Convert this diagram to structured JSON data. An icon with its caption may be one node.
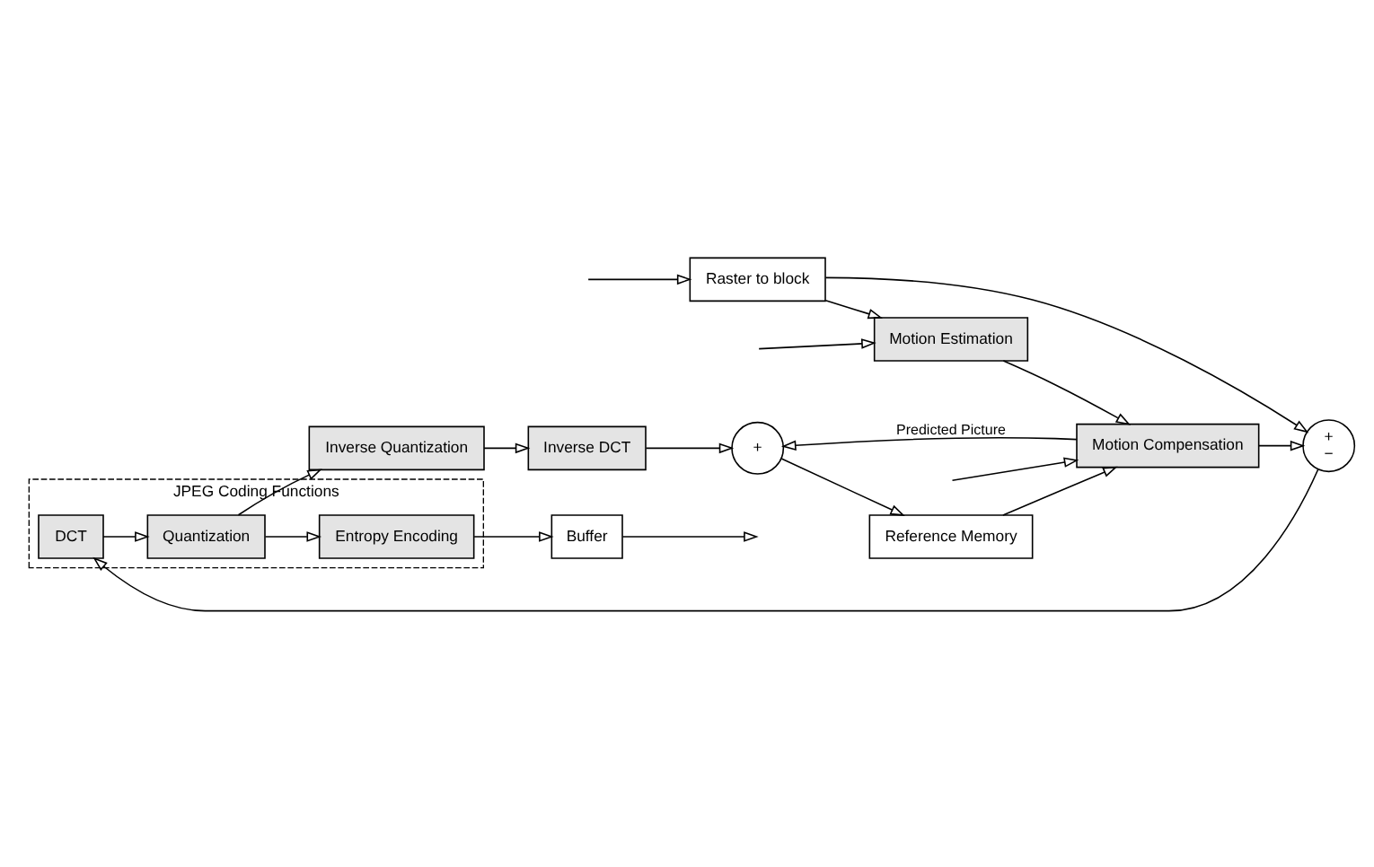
{
  "diagram": {
    "nodes": [
      {
        "text": [
          "JPEG Coding Functions"
        ]
      },
      {
        "text": [
          "Raster to block"
        ]
      },
      {
        "text": [
          "+",
          "−"
        ]
      },
      {
        "text": [
          "DCT"
        ],
        "in": 0
      },
      {
        "text": [
          "Quantization"
        ],
        "in": 0
      },
      {
        "text": [
          "Entropy Encoding"
        ],
        "in": 0
      },
      {
        "text": [
          "Inverse Quantization"
        ]
      },
      {
        "text": [
          "Inverse DCT"
        ]
      },
      {
        "text": [
          "Buffer"
        ]
      },
      {
        "text": [
          "Motion Estimation"
        ]
      },
      {
        "text": [
          "+"
        ]
      },
      {
        "text": [
          "Motion Compensation"
        ]
      },
      {
        "text": [
          "Reference Memory"
        ]
      }
    ],
    "edges": [
      {
        "from": null,
        "to": 1,
        "arrow": "to"
      },
      {
        "from": 1,
        "to": 2,
        "arrow": "to"
      },
      {
        "from": 2,
        "to": 3,
        "arrow": "to"
      },
      {
        "from": 3,
        "to": 4,
        "arrow": "to"
      },
      {
        "from": 4,
        "to": 5,
        "arrow": "to"
      },
      {
        "from": 4,
        "to": 6,
        "arrow": "to"
      },
      {
        "from": 6,
        "to": 7,
        "arrow": "to"
      },
      {
        "from": 7,
        "to": 10,
        "arrow": "to"
      },
      {
        "from": 5,
        "to": 8,
        "arrow": "to"
      },
      {
        "from": 8,
        "to": null,
        "arrow": "to"
      },
      {
        "from": 1,
        "to": 9,
        "arrow": "to"
      },
      {
        "from": 11,
        "to": 2,
        "arrow": "to"
      },
      {
        "from": 11,
        "to": 10,
        "arrow": "to",
        "label": "Predicted Picture"
      },
      {
        "from": 10,
        "to": 12,
        "arrow": "to"
      },
      {
        "from": 12,
        "to": 11,
        "arrow": "to"
      },
      {
        "from": 9,
        "to": 11,
        "arrow": "to"
      },
      {
        "from": null,
        "to": 9,
        "arrow": "to"
      },
      {
        "from": null,
        "to": 11,
        "arrow": "to"
      }
    ]
  }
}
